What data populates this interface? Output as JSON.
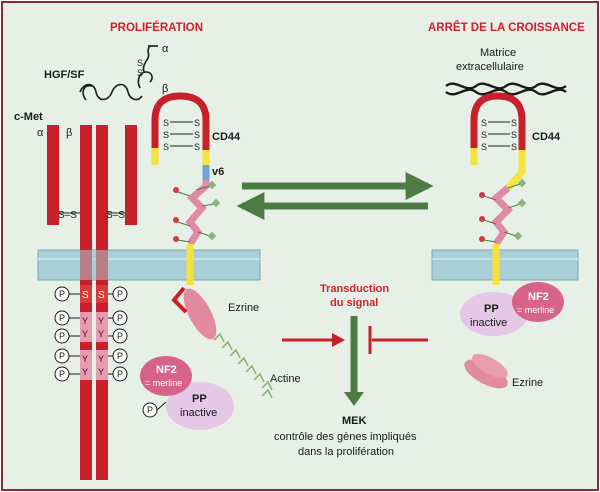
{
  "titles": {
    "left": "PROLIFÉRATION",
    "right": "ARRÊT DE LA CROISSANCE"
  },
  "labels": {
    "alpha": "α",
    "beta": "β",
    "hgf": "HGF/SF",
    "cmet": "c-Met",
    "cd44": "CD44",
    "v6": "v6",
    "ss": "S–S",
    "s": "S",
    "p": "P",
    "y": "Y",
    "matrix_line1": "Matrice",
    "matrix_line2": "extracellulaire",
    "ezrine": "Ezrine",
    "actine": "Actine",
    "transduction_line1": "Transduction",
    "transduction_line2": "du signal",
    "nf2": "NF2",
    "merline": "= merline",
    "pp": "PP",
    "inactive": "inactive",
    "mek": "MEK",
    "controle_line1": "contrôle des gènes impliqués",
    "controle_line2": "dans la prolifération"
  },
  "colors": {
    "background": "#e6f0e6",
    "red": "#c8202a",
    "yellow": "#f6e23a",
    "pink_receptor": "#e18aa6",
    "membrane": "#a9cfd6",
    "green_arrow": "#4e7a43",
    "nf2_pink": "#d7628a",
    "pp_lilac": "#e4c8e6",
    "ezrine_pink": "#e28aa0",
    "v6_blue": "#6ca4d6"
  }
}
